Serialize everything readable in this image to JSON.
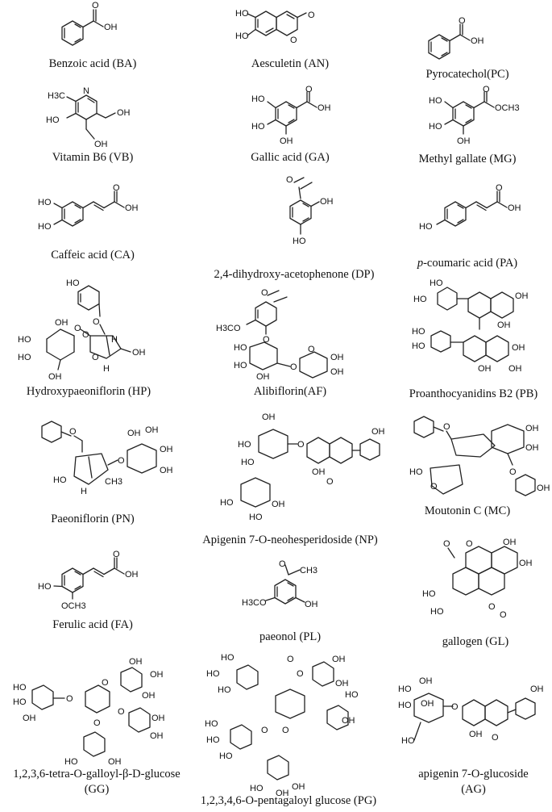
{
  "compounds": [
    {
      "name": "Benzoic acid (BA)"
    },
    {
      "name": "Aesculetin (AN)"
    },
    {
      "name": "Pyrocatechol(PC)"
    },
    {
      "name": "Vitamin B6 (VB)"
    },
    {
      "name": "Gallic acid (GA)"
    },
    {
      "name": "Methyl gallate (MG)"
    },
    {
      "name": "Caffeic acid (CA)"
    },
    {
      "name": "2,4-dihydroxy-acetophenone (DP)"
    },
    {
      "name_prefix": "p",
      "name": "-coumaric acid (PA)"
    },
    {
      "name": "Hydroxypaeoniflorin (HP)"
    },
    {
      "name": "Alibiflorin(AF)"
    },
    {
      "name": "Proanthocyanidins B2 (PB)"
    },
    {
      "name": "Paeoniflorin (PN)"
    },
    {
      "name": "Apigenin 7-O-neohesperidoside (NP)"
    },
    {
      "name": "Moutonin C (MC)"
    },
    {
      "name": "Ferulic acid (FA)"
    },
    {
      "name": "paeonol (PL)"
    },
    {
      "name": "gallogen (GL)"
    },
    {
      "name_line1": "1,2,3,6-tetra-O-galloyl-β-D-glucose",
      "name_line2": "(GG)"
    },
    {
      "name": "1,2,3,4,6-O-pentagaloyl glucose (PG)"
    },
    {
      "name_line1": "apigenin 7-O-glucoside",
      "name_line2": "(AG)"
    }
  ],
  "atoms": {
    "OH": "OH",
    "O": "O",
    "HO": "HO",
    "OCH3": "OCH3",
    "H3C": "H3C",
    "H": "H",
    "H3CO": "H3CO",
    "CH3": "CH3"
  }
}
